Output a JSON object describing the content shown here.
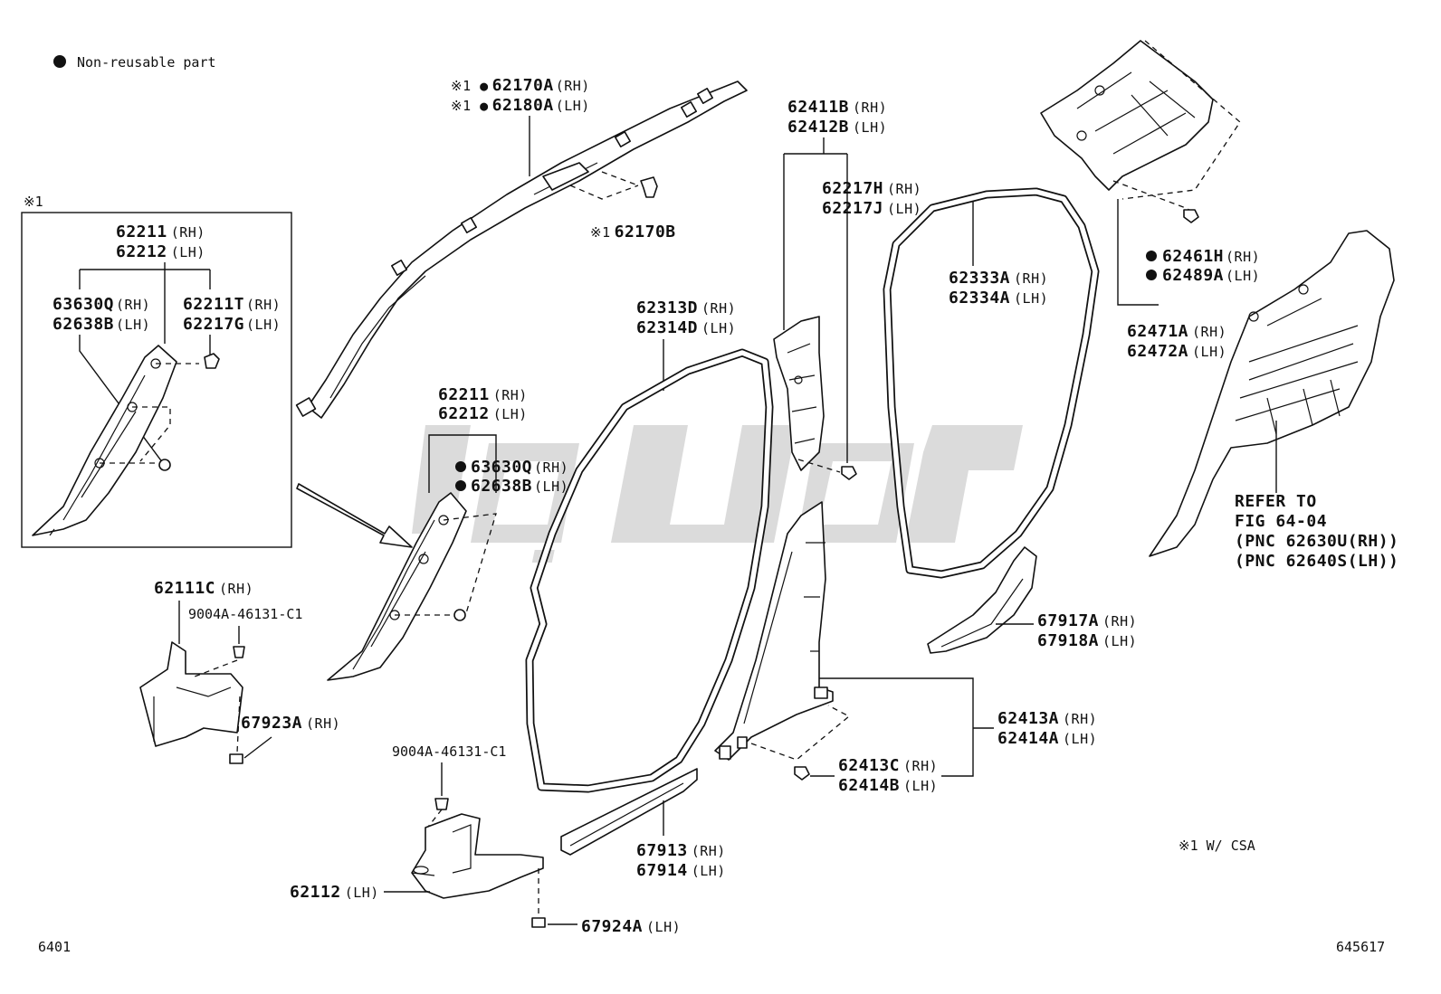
{
  "legend": {
    "bullet": "●",
    "text": "Non-reusable part"
  },
  "notes": {
    "inset_mark": "※1",
    "footnote": "※1 W/ CSA",
    "figure_left": "6401",
    "figure_right": "645617"
  },
  "labels": {
    "p62170A": {
      "prefix": "※1 ●",
      "code": "62170A",
      "side": "(RH)"
    },
    "p62180A": {
      "prefix": "※1 ●",
      "code": "62180A",
      "side": "(LH)"
    },
    "p62170B": {
      "prefix": "※1",
      "code": "62170B",
      "side": ""
    },
    "inset_62211": {
      "code": "62211",
      "side": "(RH)"
    },
    "inset_62212": {
      "code": "62212",
      "side": "(LH)"
    },
    "inset_63630Q": {
      "code": "63630Q",
      "side": "(RH)"
    },
    "inset_62638B": {
      "code": "62638B",
      "side": "(LH)"
    },
    "inset_62211T": {
      "code": "62211T",
      "side": "(RH)"
    },
    "inset_62217G": {
      "code": "62217G",
      "side": "(LH)"
    },
    "main_62211": {
      "code": "62211",
      "side": "(RH)"
    },
    "main_62212": {
      "code": "62212",
      "side": "(LH)"
    },
    "main_63630Q": {
      "prefix": "●",
      "code": "63630Q",
      "side": "(RH)"
    },
    "main_62638B": {
      "prefix": "●",
      "code": "62638B",
      "side": "(LH)"
    },
    "p62111C": {
      "code": "62111C",
      "side": "(RH)"
    },
    "clip_upper": {
      "code": "9004A-46131-C1"
    },
    "p67923A": {
      "code": "67923A",
      "side": "(RH)"
    },
    "clip_lower": {
      "code": "9004A-46131-C1"
    },
    "p62112": {
      "code": "62112",
      "side": "(LH)"
    },
    "p67924A": {
      "code": "67924A",
      "side": "(LH)"
    },
    "p62313D": {
      "code": "62313D",
      "side": "(RH)"
    },
    "p62314D": {
      "code": "62314D",
      "side": "(LH)"
    },
    "p67913": {
      "code": "67913",
      "side": "(RH)"
    },
    "p67914": {
      "code": "67914",
      "side": "(LH)"
    },
    "p62411B": {
      "code": "62411B",
      "side": "(RH)"
    },
    "p62412B": {
      "code": "62412B",
      "side": "(LH)"
    },
    "p62217H": {
      "code": "62217H",
      "side": "(RH)"
    },
    "p62217J": {
      "code": "62217J",
      "side": "(LH)"
    },
    "p62333A": {
      "code": "62333A",
      "side": "(RH)"
    },
    "p62334A": {
      "code": "62334A",
      "side": "(LH)"
    },
    "p62461H": {
      "prefix": "●",
      "code": "62461H",
      "side": "(RH)"
    },
    "p62489A": {
      "prefix": "●",
      "code": "62489A",
      "side": "(LH)"
    },
    "p62471A": {
      "code": "62471A",
      "side": "(RH)"
    },
    "p62472A": {
      "code": "62472A",
      "side": "(LH)"
    },
    "p67917A": {
      "code": "67917A",
      "side": "(RH)"
    },
    "p67918A": {
      "code": "67918A",
      "side": "(LH)"
    },
    "p62413A": {
      "code": "62413A",
      "side": "(RH)"
    },
    "p62414A": {
      "code": "62414A",
      "side": "(LH)"
    },
    "p62413C": {
      "code": "62413C",
      "side": "(RH)"
    },
    "p62414B": {
      "code": "62414B",
      "side": "(LH)"
    }
  },
  "refer": {
    "line1": "REFER TO",
    "line2": "FIG 64-04",
    "line3": "(PNC 62630U(RH))",
    "line4": "(PNC 62640S(LH))"
  }
}
